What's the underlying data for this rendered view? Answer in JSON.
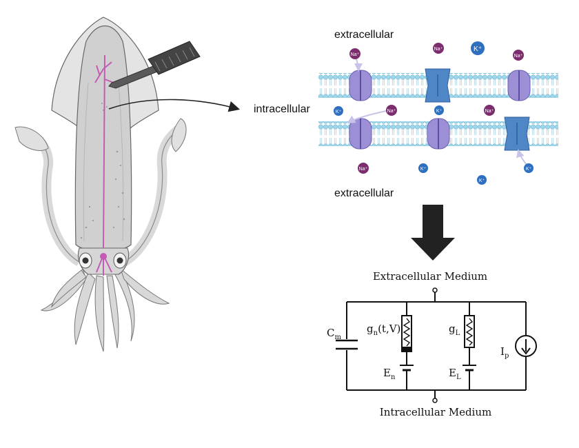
{
  "membrane": {
    "top_label": "extracellular",
    "bottom_label": "extracellular",
    "middle_label": "intracellular",
    "ions": {
      "na": "Na⁺",
      "k": "K⁺"
    }
  },
  "circuit": {
    "top_label": "Extracellular Medium",
    "bottom_label": "Intracellular Medium",
    "cm": {
      "base": "C",
      "sub": "m"
    },
    "gn": {
      "base": "g",
      "sub": "n",
      "rest": "(t,V)"
    },
    "gl": {
      "base": "g",
      "sub": "L"
    },
    "en": {
      "base": "E",
      "sub": "n"
    },
    "el": {
      "base": "E",
      "sub": "L"
    },
    "ip": {
      "base": "I",
      "sub": "p"
    }
  },
  "colors": {
    "membrane_head": "#9fd6ea",
    "membrane_tail": "#c9e4f0",
    "channel_purple": "#9d8fd6",
    "channel_blue": "#4f86c6",
    "na_ion": "#7b2d6e",
    "k_ion": "#2f6fc0",
    "arrow": "#222222",
    "nerve": "#c45ab3"
  },
  "icons": [
    "squid-illustration",
    "electrode-icon",
    "down-arrow-icon",
    "current-source-icon"
  ]
}
